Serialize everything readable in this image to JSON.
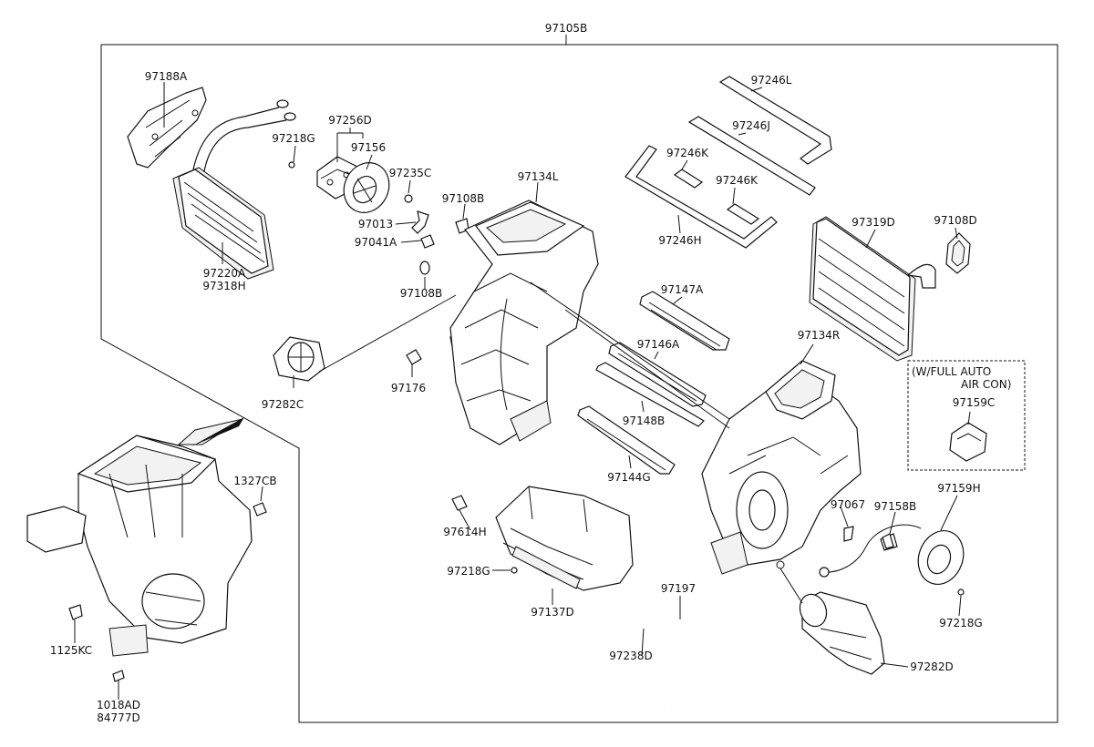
{
  "labels": {
    "l97105B": "97105B",
    "l97188A": "97188A",
    "l97218G_top": "97218G",
    "l97256D": "97256D",
    "l97156": "97156",
    "l97235C": "97235C",
    "l97108B_top": "97108B",
    "l97013": "97013",
    "l97041A": "97041A",
    "l97108B_mid": "97108B",
    "l97134L": "97134L",
    "l97246L": "97246L",
    "l97246J": "97246J",
    "l97246K_1": "97246K",
    "l97246K_2": "97246K",
    "l97246H": "97246H",
    "l97319D": "97319D",
    "l97108D": "97108D",
    "l97220A": "97220A",
    "l97318H": "97318H",
    "l97147A": "97147A",
    "l97146A": "97146A",
    "l97134R": "97134R",
    "l97282C": "97282C",
    "l97176": "97176",
    "l97148B": "97148B",
    "l97144G": "97144G",
    "l97159C": "97159C",
    "l97159H": "97159H",
    "l1327CB": "1327CB",
    "l97067": "97067",
    "l97158B": "97158B",
    "l97614H": "97614H",
    "l97218G_mid": "97218G",
    "l97137D": "97137D",
    "l97197": "97197",
    "l97238D": "97238D",
    "l97218G_right": "97218G",
    "l97282D": "97282D",
    "l1125KC": "1125KC",
    "l1018AD": "1018AD",
    "l84777D": "84777D"
  },
  "note": {
    "line1": "(W/FULL AUTO",
    "line2": "AIR CON)"
  }
}
